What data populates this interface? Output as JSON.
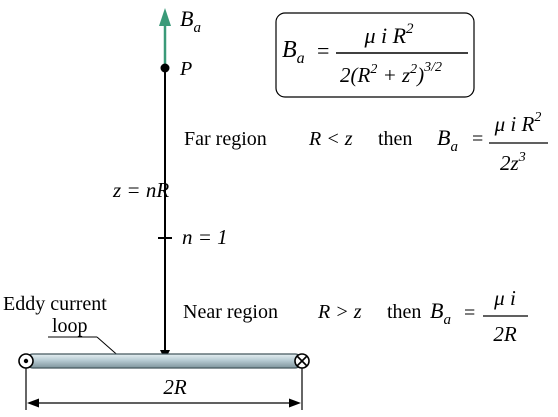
{
  "field_label": {
    "sym": "B",
    "sub": "a"
  },
  "point_label": "P",
  "formula_box": {
    "lhs_sym": "B",
    "lhs_sub": "a",
    "equals": "=",
    "numerator": "μ i R",
    "numerator_sup": "2",
    "denominator_parts": [
      "2(R",
      "2",
      " + z",
      "2",
      ")",
      "3/2"
    ]
  },
  "far_region": {
    "label": "Far region",
    "condition": "R < z",
    "then": "then",
    "lhs_sym": "B",
    "lhs_sub": "a",
    "equals": "=",
    "numerator": "μ i R",
    "numerator_sup": "2",
    "denominator": "2z",
    "denominator_sup": "3"
  },
  "axis_marks": {
    "z_eq": "z = nR",
    "n_eq": "n = 1"
  },
  "near_region": {
    "label": "Near region",
    "condition": "R > z",
    "then": "then",
    "lhs_sym": "B",
    "lhs_sub": "a",
    "equals": "=",
    "numerator": "μ i",
    "denominator": "2R"
  },
  "loop_label": {
    "line1": "Eddy current",
    "line2": "loop"
  },
  "dimension_label": "2R",
  "colors": {
    "field_arrow": "#3a9a78",
    "loop_fill": "#b7cbd3",
    "loop_stroke": "#44575e",
    "box_fill": "#ffffff",
    "line": "#000000"
  }
}
